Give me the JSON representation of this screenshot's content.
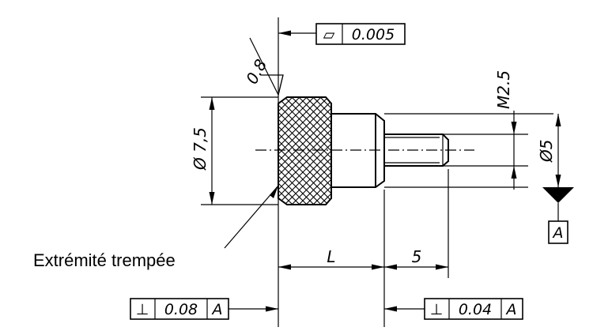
{
  "diagram": {
    "callout_label": "Extrémité trempée",
    "surface_roughness": "0.8",
    "datum": "A",
    "dimensions": {
      "diameter_head": "Ø 7,5",
      "thread": "M2.5",
      "diameter_shank": "Ø5",
      "length": "L",
      "thread_length": "5"
    },
    "tolerance_flatness": {
      "symbol": "▱",
      "value": "0.005"
    },
    "tolerance_perp_left": {
      "symbol": "⊥",
      "value": "0.08",
      "datum": "A"
    },
    "tolerance_perp_right": {
      "symbol": "⊥",
      "value": "0.04",
      "datum": "A"
    }
  }
}
